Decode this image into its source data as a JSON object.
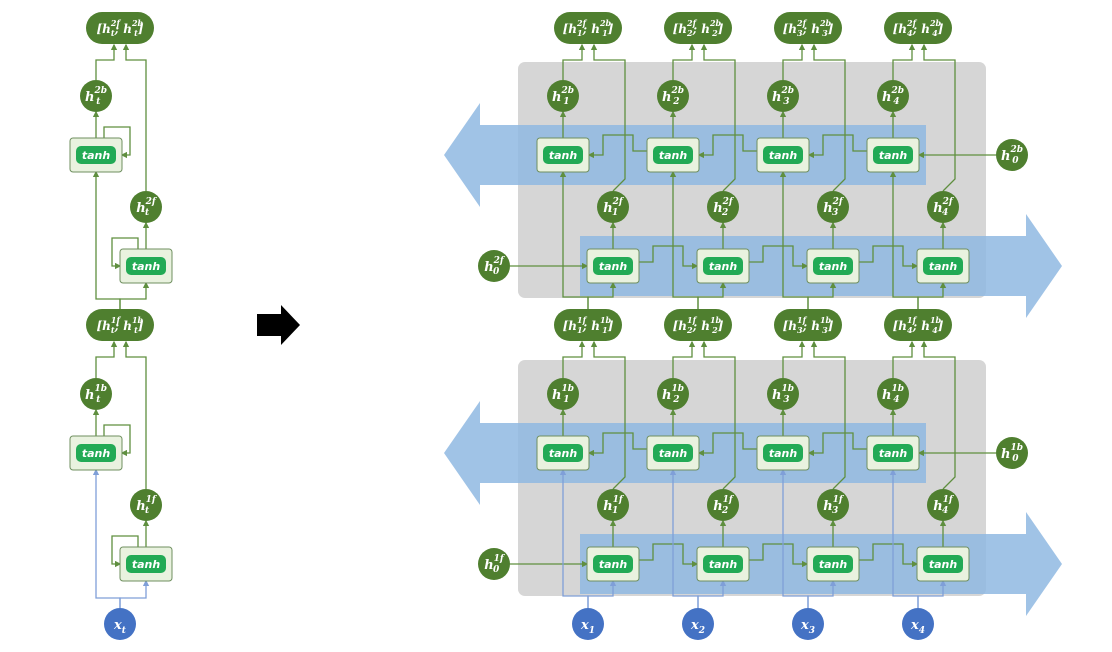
{
  "colors": {
    "green_node": "#4f7f2f",
    "green_line": "#5f8f3f",
    "blue_node": "#4472c4",
    "blue_line": "#7f9fd8",
    "tanh_fill": "#22aa55",
    "cell_box": "#e9f2df",
    "panel_gray": "#d6d6d6",
    "arrow_blue": "#8fb8e2"
  },
  "tanh_label": "tanh",
  "left": {
    "input": {
      "base": "x",
      "sub": "t"
    },
    "layer1": {
      "fwd_state": {
        "base": "h",
        "sub": "t",
        "sup": "1f"
      },
      "bwd_state": {
        "base": "h",
        "sub": "t",
        "sup": "1b"
      },
      "concat": {
        "a_sub": "t",
        "a_sup": "1f",
        "b_sub": "t",
        "b_sup": "1b"
      }
    },
    "layer2": {
      "fwd_state": {
        "base": "h",
        "sub": "t",
        "sup": "2f"
      },
      "bwd_state": {
        "base": "h",
        "sub": "t",
        "sup": "2b"
      },
      "concat": {
        "a_sub": "t",
        "a_sup": "2f",
        "b_sub": "t",
        "b_sup": "2b"
      }
    }
  },
  "right": {
    "timesteps": [
      "1",
      "2",
      "3",
      "4"
    ],
    "inputs": [
      {
        "base": "x",
        "sub": "1"
      },
      {
        "base": "x",
        "sub": "2"
      },
      {
        "base": "x",
        "sub": "3"
      },
      {
        "base": "x",
        "sub": "4"
      }
    ],
    "layer1": {
      "init_fwd": {
        "base": "h",
        "sub": "0",
        "sup": "1f"
      },
      "init_bwd": {
        "base": "h",
        "sub": "0",
        "sup": "1b"
      },
      "fwd_states": [
        {
          "base": "h",
          "sub": "1",
          "sup": "1f"
        },
        {
          "base": "h",
          "sub": "2",
          "sup": "1f"
        },
        {
          "base": "h",
          "sub": "3",
          "sup": "1f"
        },
        {
          "base": "h",
          "sub": "4",
          "sup": "1f"
        }
      ],
      "bwd_states": [
        {
          "base": "h",
          "sub": "1",
          "sup": "1b"
        },
        {
          "base": "h",
          "sub": "2",
          "sup": "1b"
        },
        {
          "base": "h",
          "sub": "3",
          "sup": "1b"
        },
        {
          "base": "h",
          "sub": "4",
          "sup": "1b"
        }
      ],
      "concats": [
        {
          "a_sub": "1",
          "a_sup": "1f",
          "b_sub": "1",
          "b_sup": "1b"
        },
        {
          "a_sub": "2",
          "a_sup": "1f",
          "b_sub": "2",
          "b_sup": "1b"
        },
        {
          "a_sub": "3",
          "a_sup": "1f",
          "b_sub": "3",
          "b_sup": "1b"
        },
        {
          "a_sub": "4",
          "a_sup": "1f",
          "b_sub": "4",
          "b_sup": "1b"
        }
      ]
    },
    "layer2": {
      "init_fwd": {
        "base": "h",
        "sub": "0",
        "sup": "2f"
      },
      "init_bwd": {
        "base": "h",
        "sub": "0",
        "sup": "2b"
      },
      "fwd_states": [
        {
          "base": "h",
          "sub": "1",
          "sup": "2f"
        },
        {
          "base": "h",
          "sub": "2",
          "sup": "2f"
        },
        {
          "base": "h",
          "sub": "3",
          "sup": "2f"
        },
        {
          "base": "h",
          "sub": "4",
          "sup": "2f"
        }
      ],
      "bwd_states": [
        {
          "base": "h",
          "sub": "1",
          "sup": "2b"
        },
        {
          "base": "h",
          "sub": "2",
          "sup": "2b"
        },
        {
          "base": "h",
          "sub": "3",
          "sup": "2b"
        },
        {
          "base": "h",
          "sub": "4",
          "sup": "2b"
        }
      ],
      "concats": [
        {
          "a_sub": "1",
          "a_sup": "2f",
          "b_sub": "1",
          "b_sup": "2b"
        },
        {
          "a_sub": "2",
          "a_sup": "2f",
          "b_sub": "2",
          "b_sup": "2b"
        },
        {
          "a_sub": "3",
          "a_sup": "2f",
          "b_sub": "3",
          "b_sup": "2b"
        },
        {
          "a_sub": "4",
          "a_sup": "2f",
          "b_sub": "4",
          "b_sup": "2b"
        }
      ]
    }
  }
}
